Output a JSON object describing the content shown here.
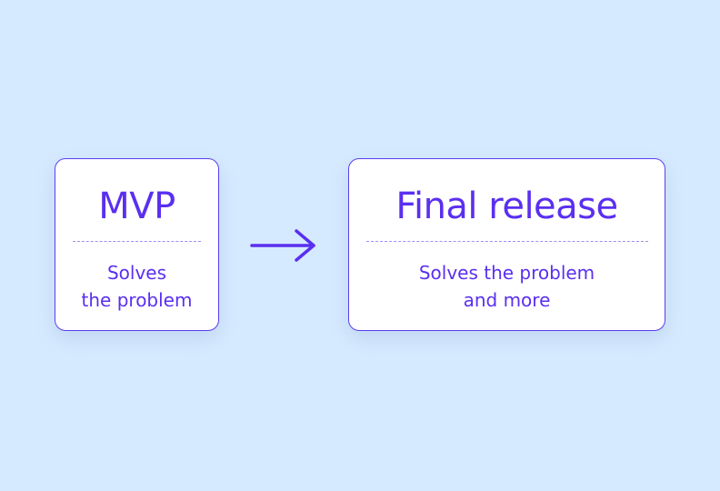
{
  "colors": {
    "background": "#d6eaff",
    "accent": "#5a2ff0",
    "card_bg": "#ffffff",
    "divider": "#9f8cf5"
  },
  "mvp": {
    "title": "MVP",
    "lines": [
      "Solves",
      "the problem"
    ]
  },
  "arrow": {
    "icon": "arrow-right-icon"
  },
  "final": {
    "title": "Final release",
    "lines": [
      "Solves the problem",
      "and more"
    ]
  }
}
